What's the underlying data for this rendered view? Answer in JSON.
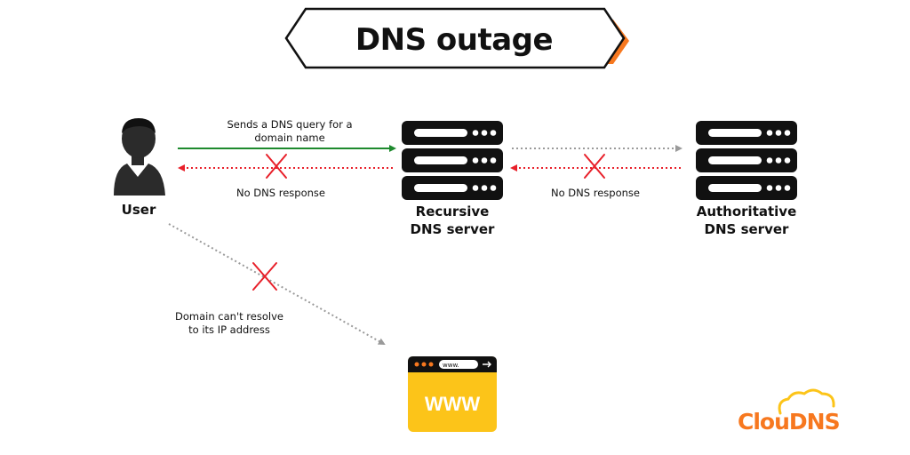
{
  "title": "DNS outage",
  "labels": {
    "query": "Sends a DNS query for a\ndomain name",
    "no_response_left": "No DNS response",
    "no_response_right": "No DNS response",
    "resolve_fail": "Domain can't resolve\nto its IP address"
  },
  "nodes": {
    "user": "User",
    "recursive": "Recursive\nDNS server",
    "authoritative": "Authoritative\nDNS server"
  },
  "browser": {
    "address": "www.",
    "content": "WWW"
  },
  "logo": "ClouDNS",
  "icons": [
    "user-icon",
    "server-icon",
    "browser-window-icon",
    "cloud-icon",
    "cross-icon",
    "arrow-icon"
  ],
  "colors": {
    "accent": "#f7781f",
    "success_arrow": "#1e8a2e",
    "error_arrow": "#e8202a",
    "dotted_gray": "#9a9a9a",
    "browser_yellow": "#fcc419",
    "dark": "#111111"
  }
}
